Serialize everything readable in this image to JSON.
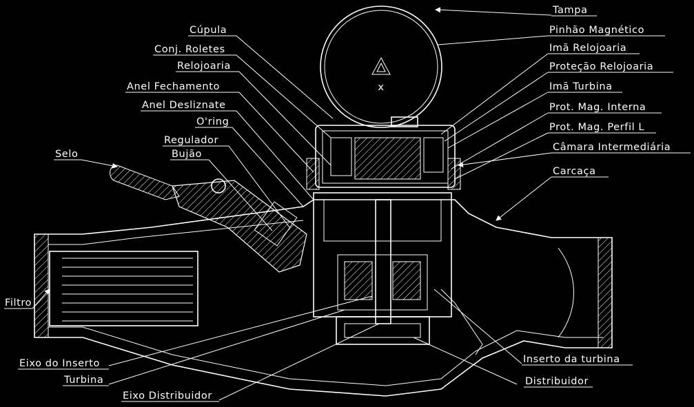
{
  "diagram": {
    "labels_right": [
      "Tampa",
      "Pinhão Magnético",
      "Imã Relojoaria",
      "Proteção Relojoaria",
      "Imã Turbina",
      "Prot. Mag. Interna",
      "Prot. Mag. Perfil L",
      "Câmara Intermediária",
      "Carcaça"
    ],
    "labels_left": [
      "Cúpula",
      "Conj. Roletes",
      "Relojoaria",
      "Anel Fechamento",
      "Anel Desliznate",
      "O'ring",
      "Regulador",
      "Bujão",
      "Selo",
      "Filtro"
    ],
    "labels_bottom": [
      "Eixo do Inserto",
      "Turbina",
      "Eixo Distribuidor",
      "Inserto da turbina",
      "Distribuidor"
    ],
    "dial_mark": "x",
    "colors": {
      "background": "#000000",
      "lines": "#ffffff"
    }
  }
}
